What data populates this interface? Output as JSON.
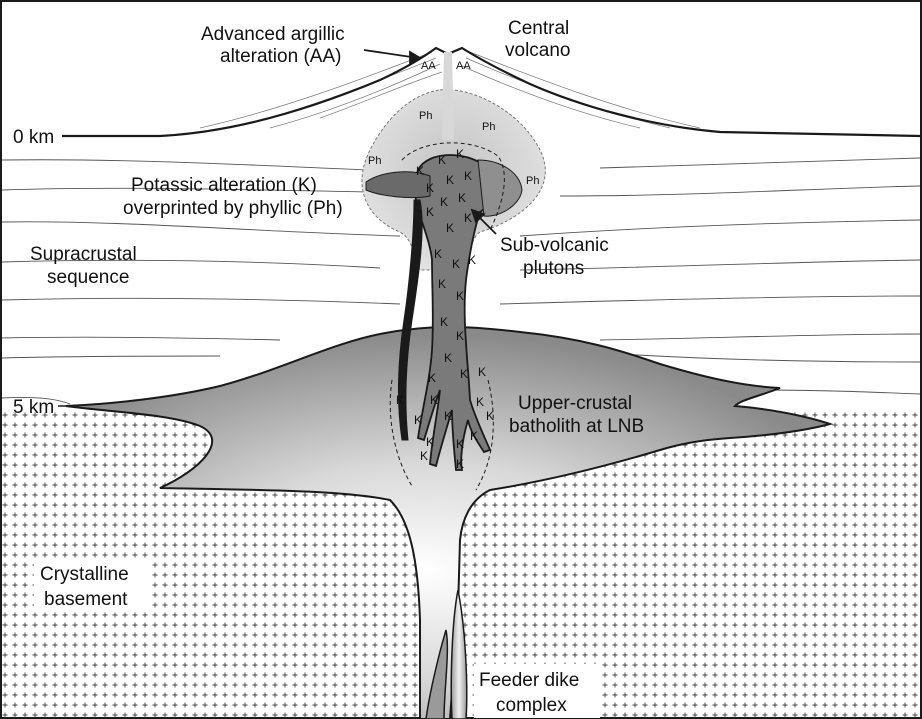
{
  "labels": {
    "aa_title_1": "Advanced argillic",
    "aa_title_2": "alteration (AA)",
    "volcano_1": "Central",
    "volcano_2": "volcano",
    "depth_0": "0 km",
    "depth_5": "5 km",
    "potassic_1": "Potassic alteration (K)",
    "potassic_2": "overprinted by phyllic (Ph)",
    "supracrustal_1": "Supracrustal",
    "supracrustal_2": "sequence",
    "subvolcanic_1": "Sub-volcanic",
    "subvolcanic_2": "plutons",
    "batholith_1": "Upper-crustal",
    "batholith_2": "batholith at LNB",
    "basement_1": "Crystalline",
    "basement_2": "basement",
    "feeder_1": "Feeder dike",
    "feeder_2": "complex",
    "aa_mark": "AA",
    "ph_mark": "Ph",
    "k_mark": "K"
  },
  "colors": {
    "line": "#1a1a1a",
    "layer_line": "#555555",
    "pluton_dark": "#6e6e6e",
    "pluton_mid": "#8c8c8c",
    "phyllic_halo": "#d4d4d4",
    "basement_cross": "#444444"
  }
}
